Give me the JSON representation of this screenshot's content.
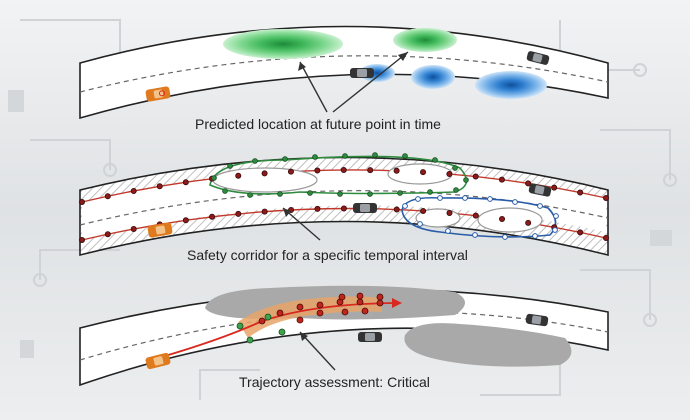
{
  "panels": [
    {
      "id": "prediction",
      "caption": "Predicted location at future point in time",
      "ego_color": "#e07a1e",
      "predicted_colors": {
        "green": "#3fb85a",
        "blue": "#2f7fd0"
      }
    },
    {
      "id": "corridor",
      "caption": "Safety corridor for a specific temporal interval",
      "corridor_color": "#c0392b",
      "green_boundary": "#2e8b3e",
      "blue_boundary": "#2a5da8"
    },
    {
      "id": "trajectory",
      "caption": "Trajectory assessment: Critical",
      "trajectory_color": "#d9281e",
      "hull_color": "#a9a9a9"
    }
  ]
}
